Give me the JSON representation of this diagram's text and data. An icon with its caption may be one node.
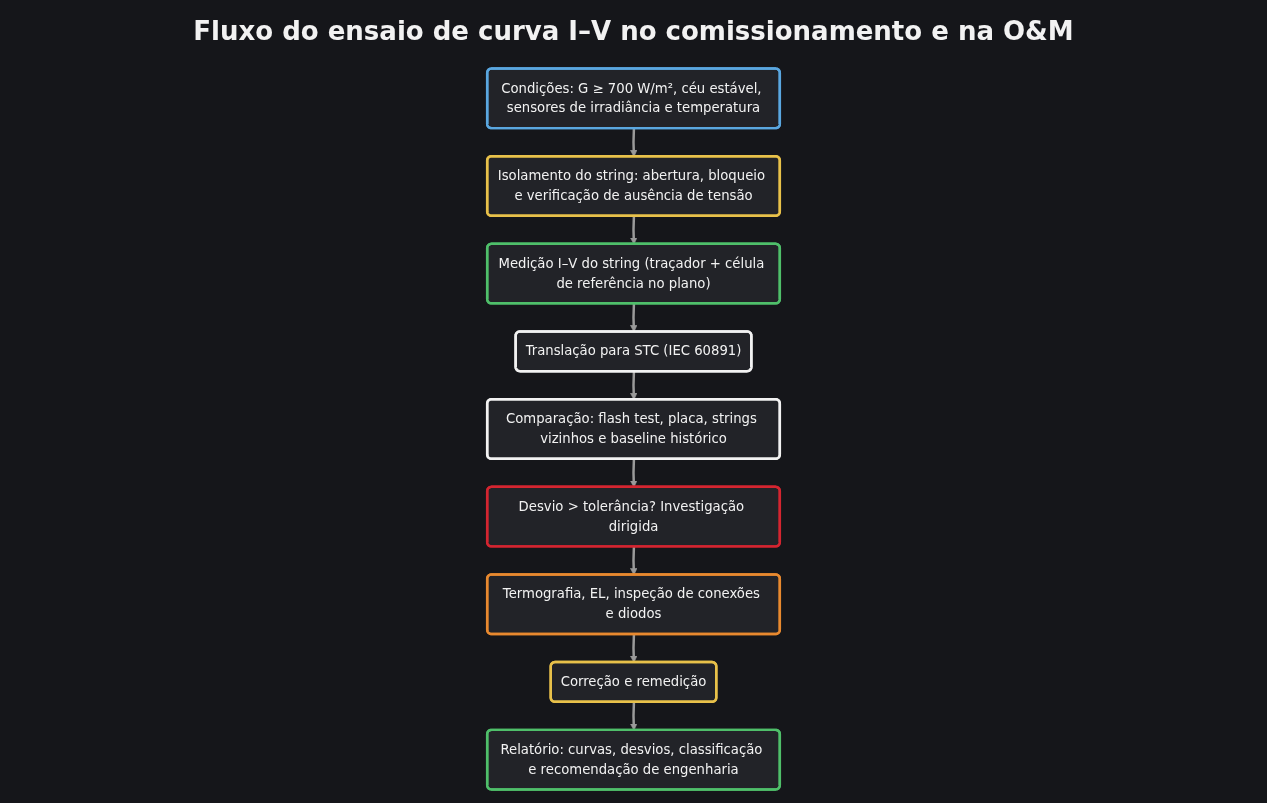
{
  "diagram": {
    "title": "Fluxo do ensaio de curva I–V no comissionamento e na O&M",
    "nodes": [
      {
        "text": [
          "Condições: G ≥ 700 W/m², céu estável, sensores de irradiância e temperatura"
        ]
      },
      {
        "text": [
          "Isolamento do string: abertura, bloqueio e verificação de ausência de tensão"
        ]
      },
      {
        "text": [
          "Medição I–V do string (traçador + célula de referência no plano)"
        ]
      },
      {
        "text": [
          "Desvio > tolerância? Investigação dirigida"
        ]
      },
      {
        "text": [
          "Comparação: flash test, placa, strings vizinhos e baseline histórico"
        ]
      },
      {
        "text": [
          "Translação para STC (IEC 60891)"
        ]
      },
      {
        "text": [
          "Termografia, EL, inspeção de conexões e diodos"
        ]
      },
      {
        "text": [
          "Correção e remedição"
        ]
      },
      {
        "text": [
          "Relatório: curvas, desvios, classificação e recomendação de engenharia"
        ]
      }
    ],
    "edges": [
      {
        "from": 0,
        "to": 1,
        "arrow": "to"
      },
      {
        "from": 1,
        "to": 2,
        "arrow": "to"
      },
      {
        "from": 2,
        "to": 5,
        "arrow": "to"
      },
      {
        "from": 5,
        "to": 4,
        "arrow": "to"
      },
      {
        "from": 4,
        "to": 3,
        "arrow": "to"
      },
      {
        "from": 3,
        "to": 6,
        "arrow": "to"
      },
      {
        "from": 6,
        "to": 7,
        "arrow": "to"
      },
      {
        "from": 7,
        "to": 8,
        "arrow": "to"
      }
    ]
  }
}
